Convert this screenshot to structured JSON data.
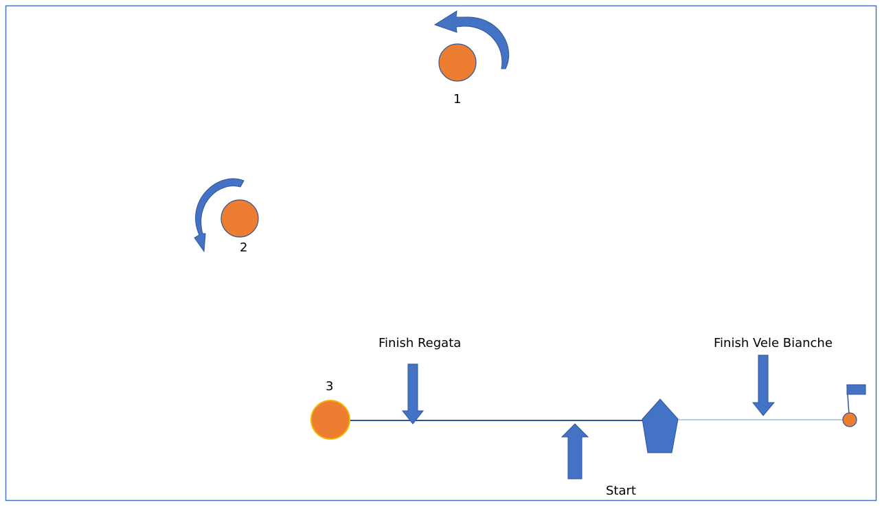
{
  "colors": {
    "frame": "#4a72c4",
    "buoy_fill": "#ed7d31",
    "buoy_stroke": "#2f5597",
    "buoy3_stroke": "#f2b705",
    "arrow": "#4472c4",
    "line": "#2f5597"
  },
  "marks": {
    "mark1": {
      "label": "1"
    },
    "mark2": {
      "label": "2"
    },
    "mark3": {
      "label": "3"
    }
  },
  "labels": {
    "finish_regata": "Finish Regata",
    "finish_vele_bianche": "Finish Vele Bianche",
    "start": "Start"
  },
  "icons": {
    "rounding_arrow_1": "counterclockwise-rounding-arrow-icon",
    "rounding_arrow_2": "counterclockwise-rounding-arrow-icon",
    "committee_boat": "pentagon-committee-boat-icon",
    "flag": "flag-icon"
  }
}
